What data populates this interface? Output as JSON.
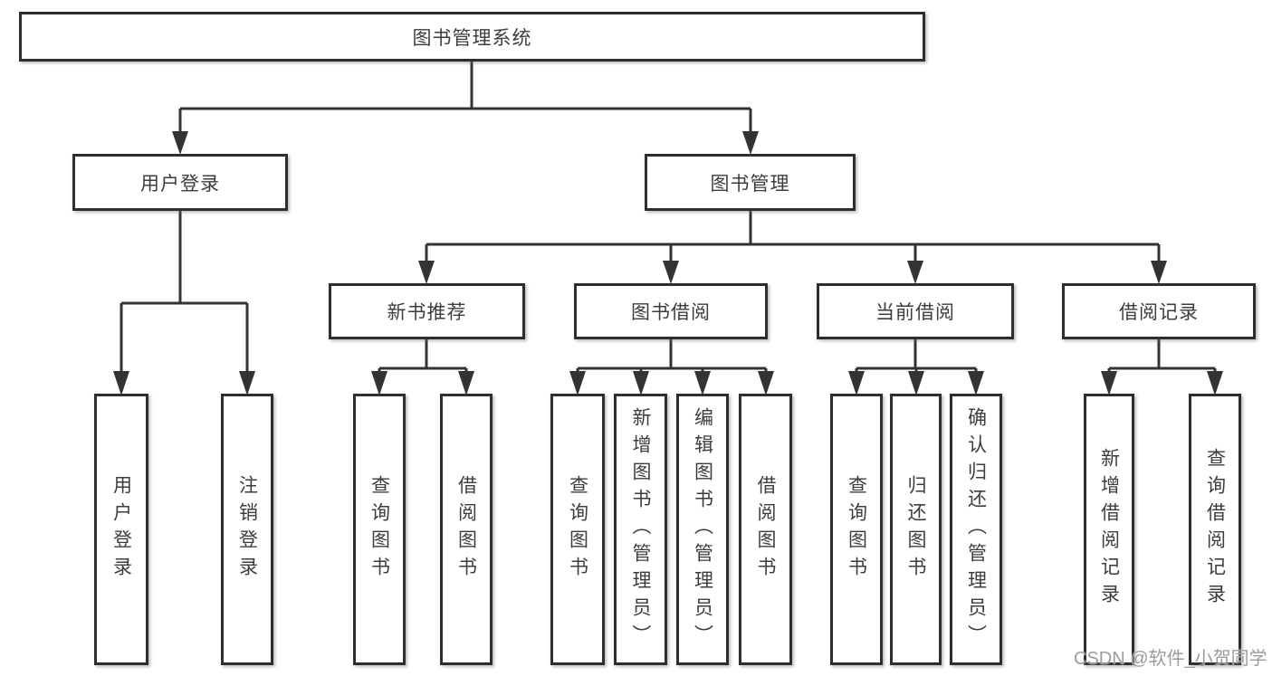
{
  "title": "图书管理系统",
  "level2": [
    {
      "label": "用户登录"
    },
    {
      "label": "图书管理"
    }
  ],
  "level3": [
    {
      "label": "新书推荐"
    },
    {
      "label": "图书借阅"
    },
    {
      "label": "当前借阅"
    },
    {
      "label": "借阅记录"
    }
  ],
  "leaves": [
    {
      "label": "用户登录",
      "parent": "用户登录"
    },
    {
      "label": "注销登录",
      "parent": "用户登录"
    },
    {
      "label": "查询图书",
      "parent": "新书推荐"
    },
    {
      "label": "借阅图书",
      "parent": "新书推荐"
    },
    {
      "label": "查询图书",
      "parent": "图书借阅"
    },
    {
      "label": "新增图书（管理员）",
      "parent": "图书借阅"
    },
    {
      "label": "编辑图书（管理员）",
      "parent": "图书借阅"
    },
    {
      "label": "借阅图书",
      "parent": "图书借阅"
    },
    {
      "label": "查询图书",
      "parent": "当前借阅"
    },
    {
      "label": "归还图书",
      "parent": "当前借阅"
    },
    {
      "label": "确认归还（管理员）",
      "parent": "当前借阅"
    },
    {
      "label": "新增借阅记录",
      "parent": "借阅记录"
    },
    {
      "label": "查询借阅记录",
      "parent": "借阅记录"
    }
  ],
  "watermark": "CSDN @软件_小贺同学",
  "colors": {
    "line": "#333333",
    "box_border": "#2e2e2e",
    "box_fill": "#ffffff",
    "text": "#3d3d3d",
    "watermark": "#9c9c9c",
    "background": "#ffffff"
  }
}
